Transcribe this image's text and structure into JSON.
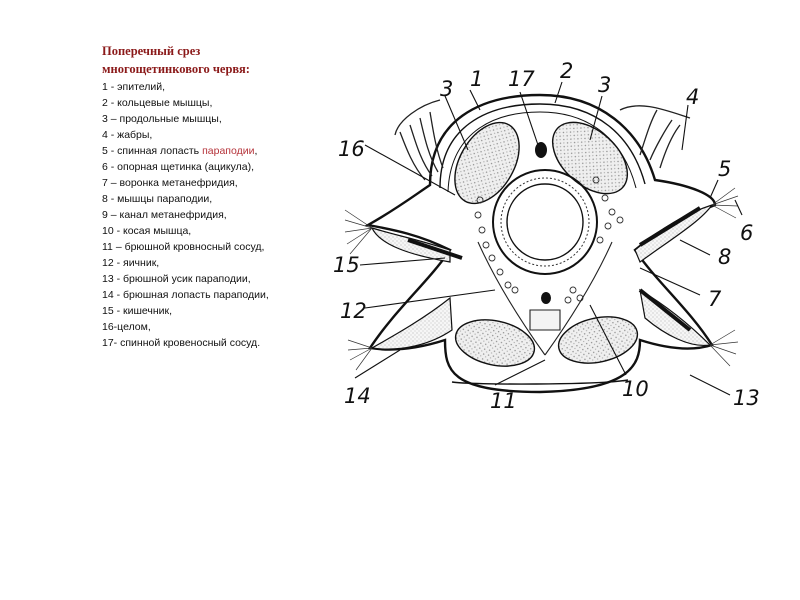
{
  "legend": {
    "title_line1": "Поперечный срез",
    "title_line2": "многощетинкового червя:",
    "items": [
      {
        "prefix": "1 - эпителий,",
        "highlight": "",
        "suffix": ""
      },
      {
        "prefix": "2 - кольцевые мышцы,",
        "highlight": "",
        "suffix": ""
      },
      {
        "prefix": "3 – продольные мышцы,",
        "highlight": "",
        "suffix": ""
      },
      {
        "prefix": "4 - жабры,",
        "highlight": "",
        "suffix": ""
      },
      {
        "prefix": "5 - спинная лопасть ",
        "highlight": "параподии",
        "suffix": ","
      },
      {
        "prefix": "6 - опорная щетинка (ацикула),",
        "highlight": "",
        "suffix": ""
      },
      {
        "prefix": "7 – воронка метанефридия,",
        "highlight": "",
        "suffix": ""
      },
      {
        "prefix": "8 - мышцы параподии,",
        "highlight": "",
        "suffix": ""
      },
      {
        "prefix": "9 – канал метанефридия,",
        "highlight": "",
        "suffix": ""
      },
      {
        "prefix": "10 - косая мышца,",
        "highlight": "",
        "suffix": ""
      },
      {
        "prefix": "11 – брюшной кровносный сосуд,",
        "highlight": "",
        "suffix": ""
      },
      {
        "prefix": "12 - яичник,",
        "highlight": "",
        "suffix": ""
      },
      {
        "prefix": "13 - брюшной усик параподии,",
        "highlight": "",
        "suffix": ""
      },
      {
        "prefix": "14 - брюшная лопасть параподии,",
        "highlight": "",
        "suffix": ""
      },
      {
        "prefix": "15 - кишечник,",
        "highlight": "",
        "suffix": ""
      },
      {
        "prefix": "16-целом,",
        "highlight": "",
        "suffix": ""
      },
      {
        "prefix": "17- спинной кровеносный сосуд.",
        "highlight": "",
        "suffix": ""
      }
    ]
  },
  "labels": [
    "1",
    "2",
    "3",
    "3",
    "4",
    "5",
    "6",
    "7",
    "8",
    "10",
    "11",
    "12",
    "13",
    "14",
    "15",
    "16",
    "17"
  ],
  "colors": {
    "title": "#8b1a1a",
    "highlight": "#b5333a",
    "ink": "#111111",
    "stipple": "#bdbdbd"
  }
}
